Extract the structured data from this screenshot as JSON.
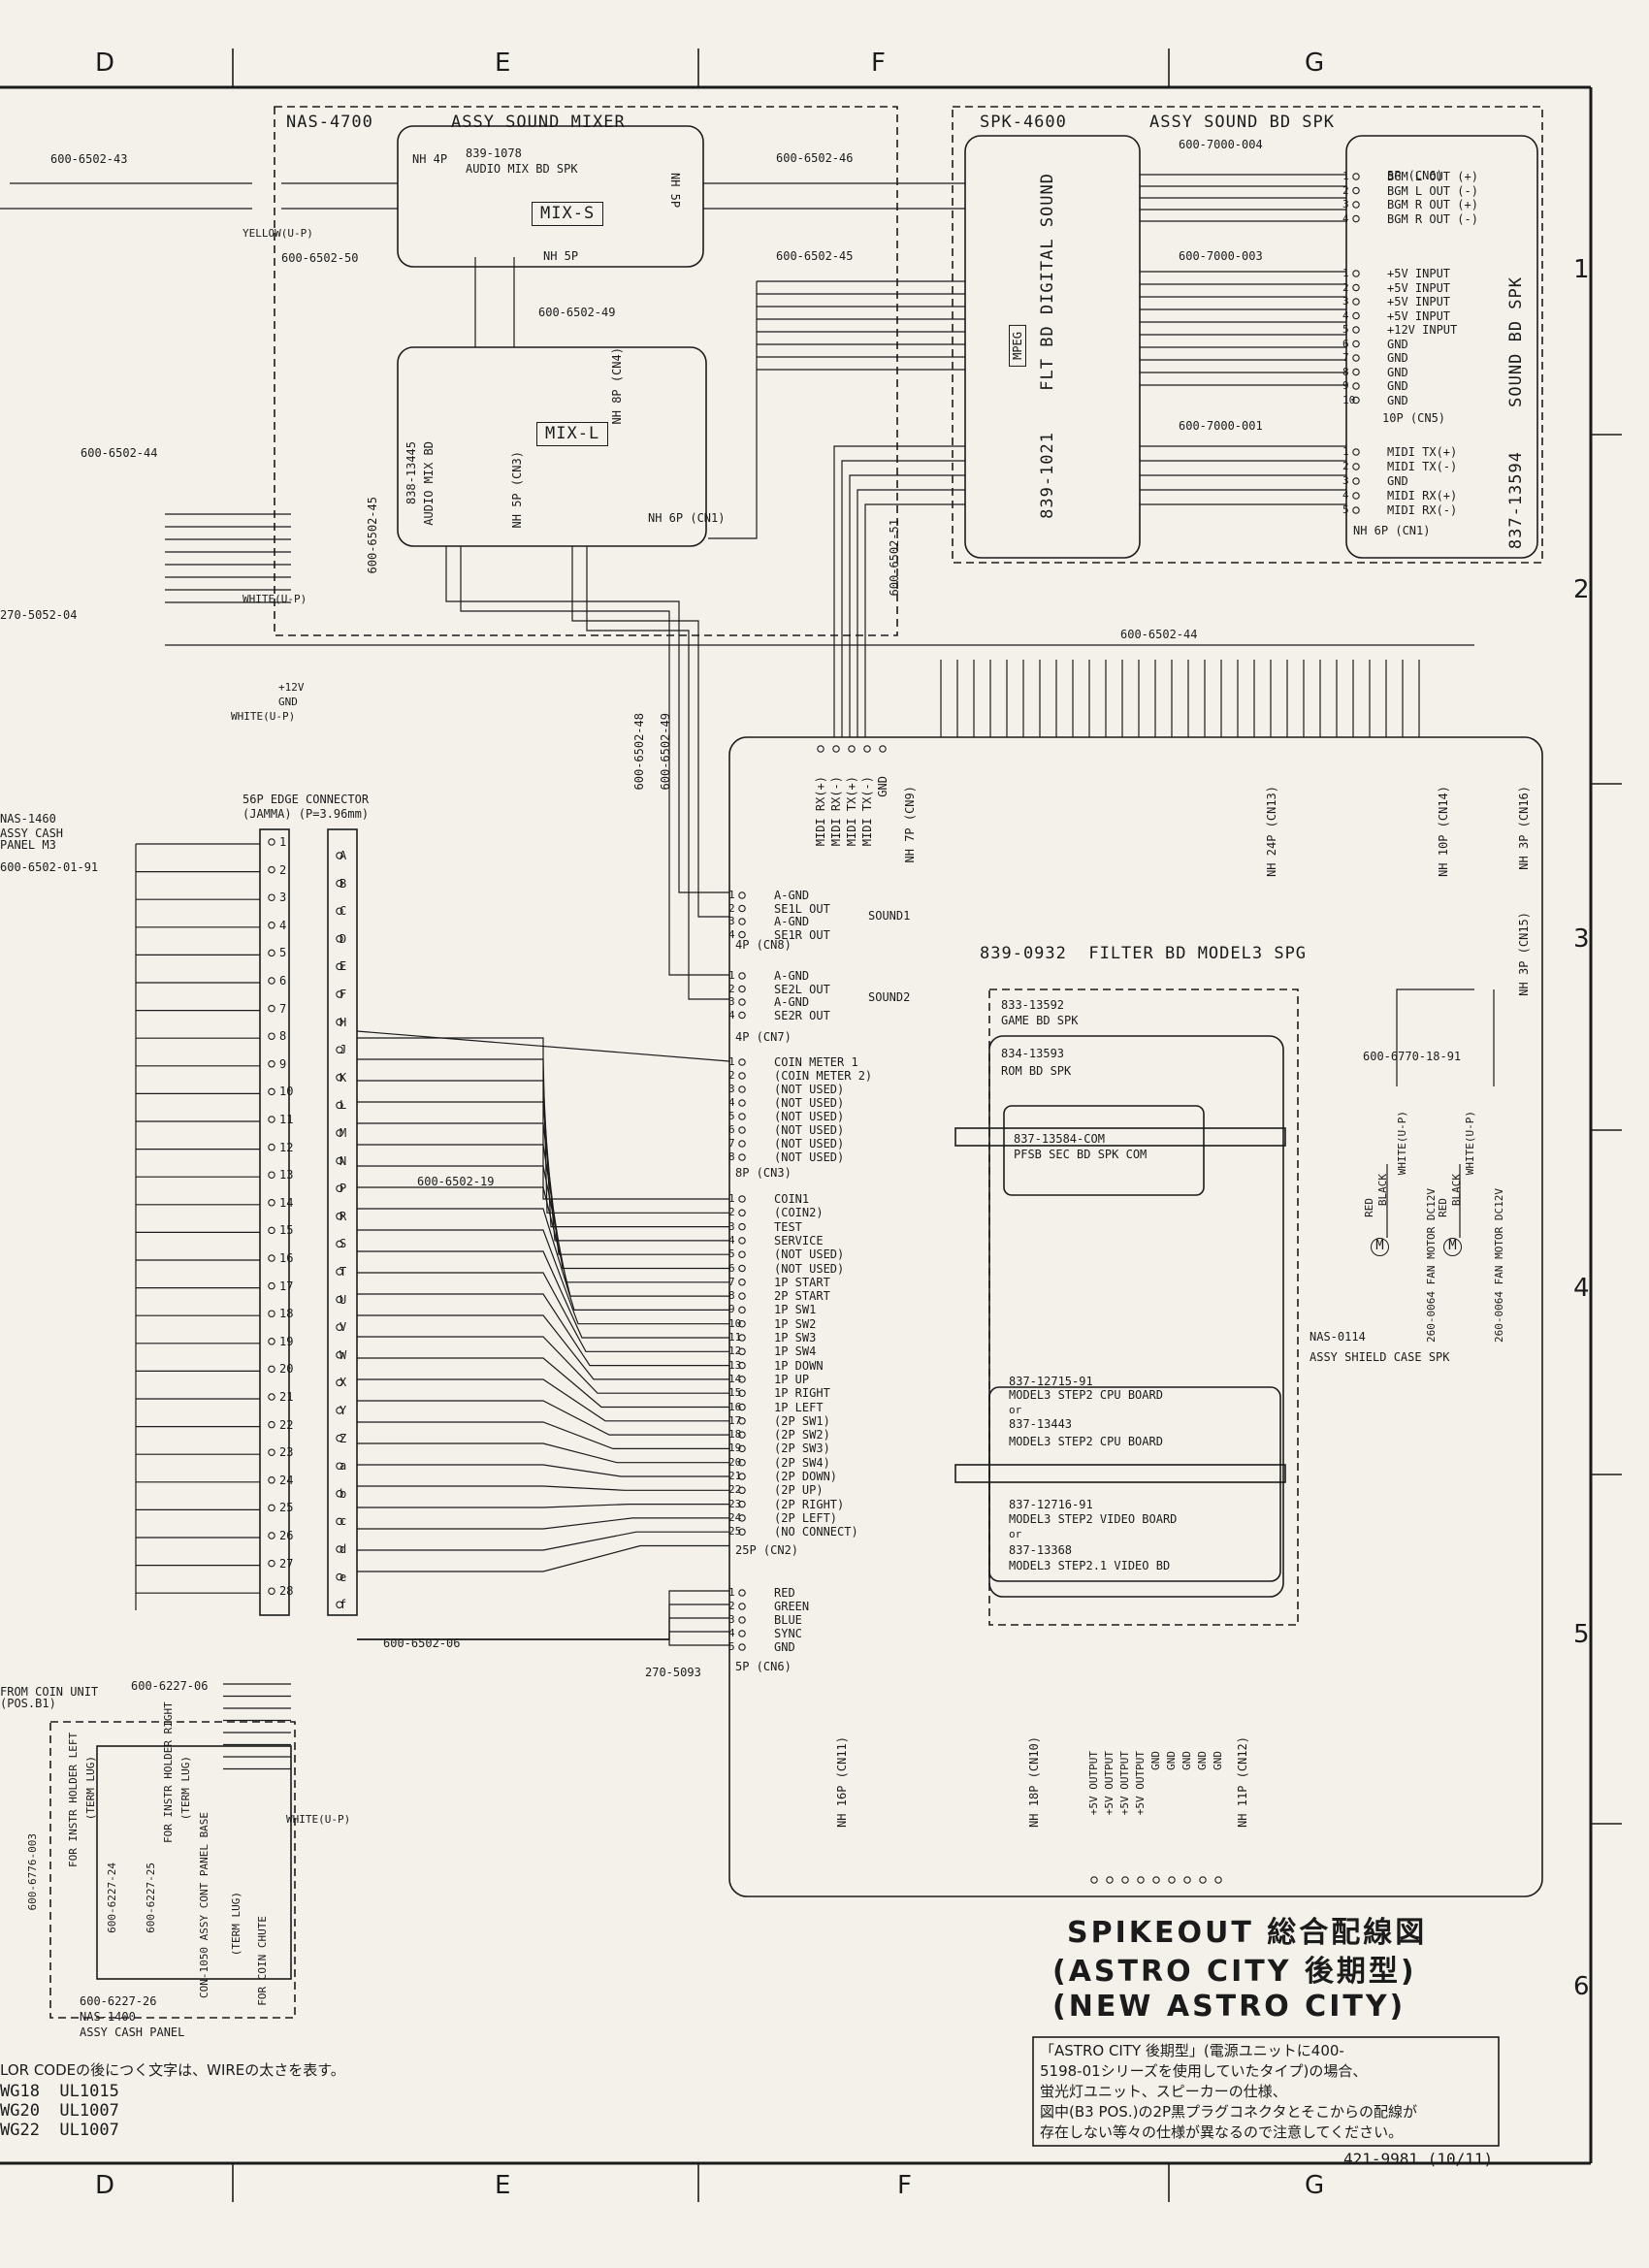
{
  "title": {
    "line1": "SPIKEOUT 総合配線図",
    "line2": "(ASTRO CITY 後期型)",
    "line3": "(NEW ASTRO CITY)"
  },
  "doc_number": "421-9981 (10/11)",
  "zones": {
    "columns": [
      "D",
      "E",
      "F",
      "G"
    ],
    "rows": [
      "1",
      "2",
      "3",
      "4",
      "5",
      "6"
    ]
  },
  "sound_mixer": {
    "assy": "NAS-4700",
    "assy_name": "ASSY SOUND MIXER",
    "board": "839-1078",
    "board_name": "AUDIO MIX BD SPK",
    "mix_s": "MIX-S",
    "mix_l": "MIX-L",
    "mix_l_board": "838-13445",
    "mix_l_name": "AUDIO MIX BD",
    "conn_in": "NH 4P",
    "conn_out": "NH 5P",
    "conn_mid": "NH 5P",
    "cn1": "NH 6P (CN1)",
    "cn3": "NH 5P (CN3)",
    "cn4": "NH 8P (CN4)"
  },
  "sound_bd": {
    "assy": "SPK-4600",
    "assy_name": "ASSY SOUND BD SPK",
    "flt_bd": "839-1021",
    "flt_name": "FLT BD DIGITAL SOUND",
    "mpeg": "MPEG",
    "sound_bd_no": "837-13594",
    "sound_bd_name": "SOUND BD SPK",
    "cable_top": "600-7000-004",
    "cable_mid": "600-7000-003",
    "cable_bot": "600-7000-001",
    "cn6_outputs": [
      "BGM L OUT (+)",
      "BGM L OUT (-)",
      "BGM R OUT (+)",
      "BGM R OUT (-)"
    ],
    "cn6": "5P (CN6)",
    "cn5_pins": [
      "+5V INPUT",
      "+5V INPUT",
      "+5V INPUT",
      "+5V INPUT",
      "+12V INPUT",
      "GND",
      "GND",
      "GND",
      "GND",
      "GND"
    ],
    "cn5": "10P (CN5)",
    "cn1_pins": [
      "MIDI TX(+)",
      "MIDI TX(-)",
      "GND",
      "MIDI RX(+)",
      "MIDI RX(-)"
    ],
    "cn1": "NH 6P (CN1)"
  },
  "cables": {
    "c43": "600-6502-43",
    "c46": "600-6502-46",
    "c50": "600-6502-50",
    "c45": "600-6502-45",
    "c49": "600-6502-49",
    "c44": "600-6502-44",
    "c51": "600-6502-51",
    "c48": "600-6502-48",
    "c19": "600-6502-19",
    "c06": "600-6502-06",
    "c6770": "600-6770-18-91",
    "c6227": "600-6227-06",
    "c5093": "270-5093",
    "c5052": "270-5052-04"
  },
  "filter_bd": {
    "name": "839-0932  FILTER BD MODEL3 SPG",
    "cn9": "NH 7P (CN9)",
    "cn9_pins": [
      "MIDI RX(+)",
      "MIDI RX(-)",
      "MIDI TX(+)",
      "MIDI TX(-)",
      "GND"
    ],
    "cn13": "NH 24P (CN13)",
    "cn14": "NH 10P (CN14)",
    "cn16": "NH 3P (CN16)",
    "cn15": "NH 3P (CN15)",
    "sound1_label": "SOUND1",
    "sound1_pins": [
      "A-GND",
      "SE1L OUT",
      "A-GND",
      "SE1R OUT"
    ],
    "cn8": "4P (CN8)",
    "sound2_label": "SOUND2",
    "sound2_pins": [
      "A-GND",
      "SE2L OUT",
      "A-GND",
      "SE2R OUT"
    ],
    "cn7": "4P (CN7)",
    "cn3_pins": [
      "COIN METER 1",
      "(COIN METER 2)",
      "(NOT USED)",
      "(NOT USED)",
      "(NOT USED)",
      "(NOT USED)",
      "(NOT USED)",
      "(NOT USED)"
    ],
    "cn3": "8P (CN3)",
    "cn2_pins": [
      "COIN1",
      "(COIN2)",
      "TEST",
      "SERVICE",
      "(NOT USED)",
      "(NOT USED)",
      "1P START",
      "2P START",
      "1P SW1",
      "1P SW2",
      "1P SW3",
      "1P SW4",
      "1P DOWN",
      "1P UP",
      "1P RIGHT",
      "1P LEFT",
      "(2P SW1)",
      "(2P SW2)",
      "(2P SW3)",
      "(2P SW4)",
      "(2P DOWN)",
      "(2P UP)",
      "(2P RIGHT)",
      "(2P LEFT)",
      "(NO CONNECT)"
    ],
    "cn2": "25P (CN2)",
    "cn6_pins": [
      "RED",
      "GREEN",
      "BLUE",
      "SYNC",
      "GND"
    ],
    "cn6": "5P (CN6)",
    "cn11": "NH 16P (CN11)",
    "cn10": "NH 18P (CN10)",
    "cn12": "NH 11P (CN12)",
    "cn12_pins": [
      "+5V OUTPUT",
      "+5V OUTPUT",
      "+5V OUTPUT",
      "+5V OUTPUT",
      "GND",
      "GND",
      "GND",
      "GND",
      "GND"
    ]
  },
  "shield_case": {
    "game_bd": "833-13592",
    "game_bd_name": "GAME BD SPK",
    "rom_bd": "834-13593",
    "rom_bd_name": "ROM BD SPK",
    "sec_bd": "837-13584-COM",
    "sec_bd_name": "PFSB SEC BD SPK COM",
    "cpu1": "837-12715-91",
    "cpu1_name": "MODEL3 STEP2 CPU BOARD",
    "or": "or",
    "cpu2": "837-13443",
    "cpu2_name": "MODEL3 STEP2 CPU BOARD",
    "vid1": "837-12716-91",
    "vid1_name": "MODEL3 STEP2 VIDEO BOARD",
    "vid2": "837-13368",
    "vid2_name": "MODEL3 STEP2.1 VIDEO BD",
    "assy": "NAS-0114",
    "assy_name": "ASSY SHIELD CASE SPK"
  },
  "fan": {
    "label": "260-0064 FAN MOTOR DC12V",
    "red": "RED",
    "black": "BLACK",
    "white": "WHITE(U-P)"
  },
  "edge": {
    "title": "56P EDGE CONNECTOR",
    "sub": "(JAMMA) (P=3.96mm)",
    "pins_solder": [
      "1",
      "2",
      "3",
      "4",
      "5",
      "6",
      "7",
      "8",
      "9",
      "10",
      "11",
      "12",
      "13",
      "14",
      "15",
      "16",
      "17",
      "18",
      "19",
      "20",
      "21",
      "22",
      "23",
      "24",
      "25",
      "26",
      "27",
      "28"
    ],
    "pins_comp": [
      "A",
      "B",
      "C",
      "D",
      "E",
      "F",
      "H",
      "J",
      "K",
      "L",
      "M",
      "N",
      "P",
      "R",
      "S",
      "T",
      "U",
      "V",
      "W",
      "X",
      "Y",
      "Z",
      "a",
      "b",
      "c",
      "d",
      "e",
      "f"
    ]
  },
  "left": {
    "nas_cash": "NAS-1460",
    "nas_cash_name": "ASSY CASH PANEL M3",
    "cable_left": "600-6502-01-91",
    "coin_unit": "FROM COIN UNIT (POS.B1)",
    "nas1400": "NAS-1400",
    "nas1400_name": "ASSY CASH PANEL",
    "c6776": "600-6776-003",
    "c24": "600-6227-24",
    "c25": "600-6227-25",
    "c26": "600-6227-26",
    "holder_left": "FOR INSTR HOLDER LEFT",
    "holder_right": "FOR INSTR HOLDER RIGHT",
    "term_lug": "(TERM LUG)",
    "con_1050": "CON-1050 ASSY CONT PANEL BASE",
    "coin_chute": "FOR COIN CHUTE",
    "pwr_12v": "+12V",
    "pwr_gnd": "GND",
    "white_up": "WHITE(U-P)",
    "yellow_up": "YELLOW(U-P)"
  },
  "legend": {
    "line1": "LOR CODEの後につく文字は、WIREの太さを表す。",
    "line2": "WG18  UL1015",
    "line3": "WG20  UL1007",
    "line4": "WG22  UL1007"
  },
  "note": {
    "l1": "「ASTRO CITY 後期型」(電源ユニットに400-",
    "l2": "5198-01シリーズを使用していたタイプ)の場合、",
    "l3": "蛍光灯ユニット、スピーカーの仕様、",
    "l4": "図中(B3 POS.)の2P黒プラグコネクタとそこからの配線が",
    "l5": "存在しない等々の仕様が異なるので注意してください。"
  },
  "colors": {
    "paper": "#f4f1ea",
    "ink": "#1b1b1b"
  }
}
